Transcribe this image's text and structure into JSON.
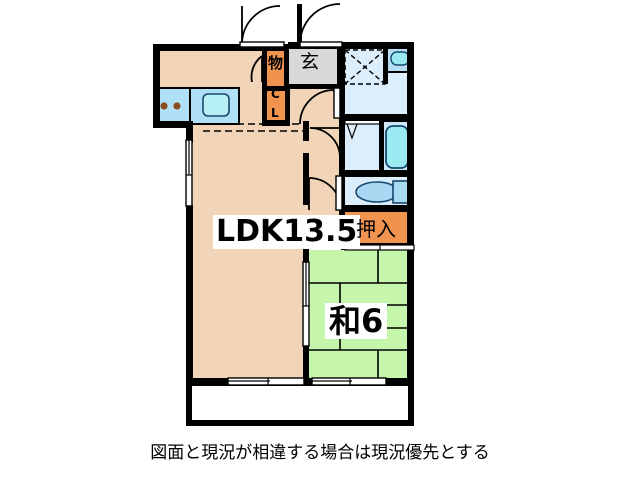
{
  "document": {
    "type": "real-estate-floor-plan",
    "caption": "図面と現況が相違する場合は現況優先とする"
  },
  "colors": {
    "wall": "#000000",
    "floor_ldk": "#F2D4B8",
    "floor_tatami": "#C6F5AC",
    "floor_water": "#DCEDFB",
    "closet_orange": "#F0934E",
    "entrance_gray": "#D8D8D8",
    "fixture_blue": "#AFE0F7",
    "fixture_outline": "#1D5FA8",
    "burner_brown": "#8A4B1E",
    "background": "#FFFFFF"
  },
  "rooms": [
    {
      "id": "ldk",
      "label": "LDK13.5",
      "name": "living-dining-kitchen",
      "area_jo": 13.5,
      "floor_color": "#F2D4B8"
    },
    {
      "id": "washitsu",
      "label": "和6",
      "name": "japanese-tatami-room",
      "area_jo": 6,
      "floor_color": "#C6F5AC",
      "tatami_mats": 6
    },
    {
      "id": "oshiire",
      "label": "押入",
      "name": "futon-closet",
      "floor_color": "#F0934E"
    },
    {
      "id": "mono",
      "label": "物",
      "name": "storage-closet",
      "floor_color": "#F0934E"
    },
    {
      "id": "cl",
      "label_c": "C",
      "label_l": "L",
      "label": "CL",
      "name": "clothes-closet",
      "floor_color": "#F0934E"
    },
    {
      "id": "genkan",
      "label": "玄",
      "name": "entrance-hall",
      "floor_color": "#D8D8D8"
    },
    {
      "id": "washroom",
      "label": "",
      "name": "washroom-laundry",
      "floor_color": "#DCEDFB"
    },
    {
      "id": "bath",
      "label": "",
      "name": "bathroom",
      "floor_color": "#DCEDFB"
    },
    {
      "id": "toilet",
      "label": "",
      "name": "toilet-room",
      "floor_color": "#DCEDFB"
    },
    {
      "id": "balcony",
      "label": "",
      "name": "balcony",
      "floor_color": "#FFFFFF"
    }
  ],
  "fixtures": [
    {
      "id": "sink-kitchen",
      "name": "kitchen-sink"
    },
    {
      "id": "stove",
      "name": "gas-stove-two-burner",
      "burners": 2
    },
    {
      "id": "washer-space",
      "name": "washing-machine-space"
    },
    {
      "id": "vanity-sink",
      "name": "vanity-wash-basin"
    },
    {
      "id": "bathtub",
      "name": "bathtub"
    },
    {
      "id": "toilet-bowl",
      "name": "toilet-bowl"
    }
  ],
  "openings": [
    {
      "id": "front-door",
      "name": "entrance-door",
      "type": "hinged-door"
    },
    {
      "id": "mono-door",
      "name": "storage-door",
      "type": "hinged-door"
    },
    {
      "id": "hall-door-1",
      "name": "hall-door",
      "type": "hinged-door"
    },
    {
      "id": "ldk-door",
      "name": "ldk-door",
      "type": "hinged-door"
    },
    {
      "id": "bath-door",
      "name": "bathroom-door",
      "type": "hinged-door"
    },
    {
      "id": "toilet-door",
      "name": "toilet-door",
      "type": "hinged-door"
    },
    {
      "id": "window-ldk-left",
      "name": "ldk-side-window",
      "type": "window"
    },
    {
      "id": "window-ldk-south",
      "name": "ldk-balcony-window",
      "type": "sliding-window"
    },
    {
      "id": "window-washitsu-south",
      "name": "washitsu-balcony-window",
      "type": "sliding-window"
    },
    {
      "id": "window-washitsu-left",
      "name": "washitsu-partition",
      "type": "sliding-door"
    },
    {
      "id": "window-washroom",
      "name": "washroom-window",
      "type": "window"
    }
  ]
}
